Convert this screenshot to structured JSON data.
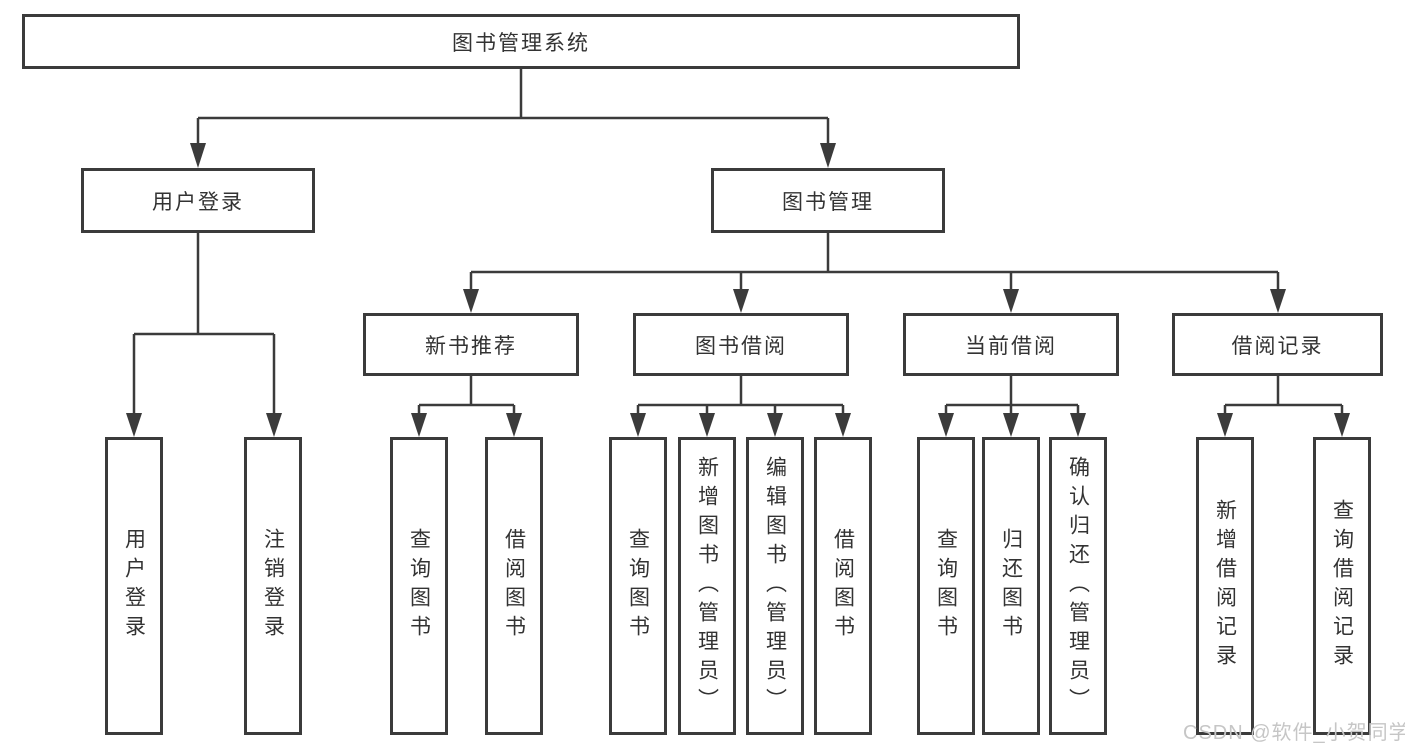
{
  "tree": {
    "root": {
      "label": "图书管理系统"
    },
    "children": [
      {
        "label": "用户登录",
        "children": [
          {
            "label": "用户登录"
          },
          {
            "label": "注销登录"
          }
        ]
      },
      {
        "label": "图书管理",
        "children": [
          {
            "label": "新书推荐",
            "children": [
              {
                "label": "查询图书"
              },
              {
                "label": "借阅图书"
              }
            ]
          },
          {
            "label": "图书借阅",
            "children": [
              {
                "label": "查询图书"
              },
              {
                "label": "新增图书（管理员）"
              },
              {
                "label": "编辑图书（管理员）"
              },
              {
                "label": "借阅图书"
              }
            ]
          },
          {
            "label": "当前借阅",
            "children": [
              {
                "label": "查询图书"
              },
              {
                "label": "归还图书"
              },
              {
                "label": "确认归还（管理员）"
              }
            ]
          },
          {
            "label": "借阅记录",
            "children": [
              {
                "label": "新增借阅记录"
              },
              {
                "label": "查询借阅记录"
              }
            ]
          }
        ]
      }
    ]
  },
  "watermark": "CSDN @软件_小贺同学",
  "colors": {
    "line": "#3b3b3b",
    "text": "#333333",
    "watermark": "#c6c6c6",
    "background": "#ffffff"
  }
}
